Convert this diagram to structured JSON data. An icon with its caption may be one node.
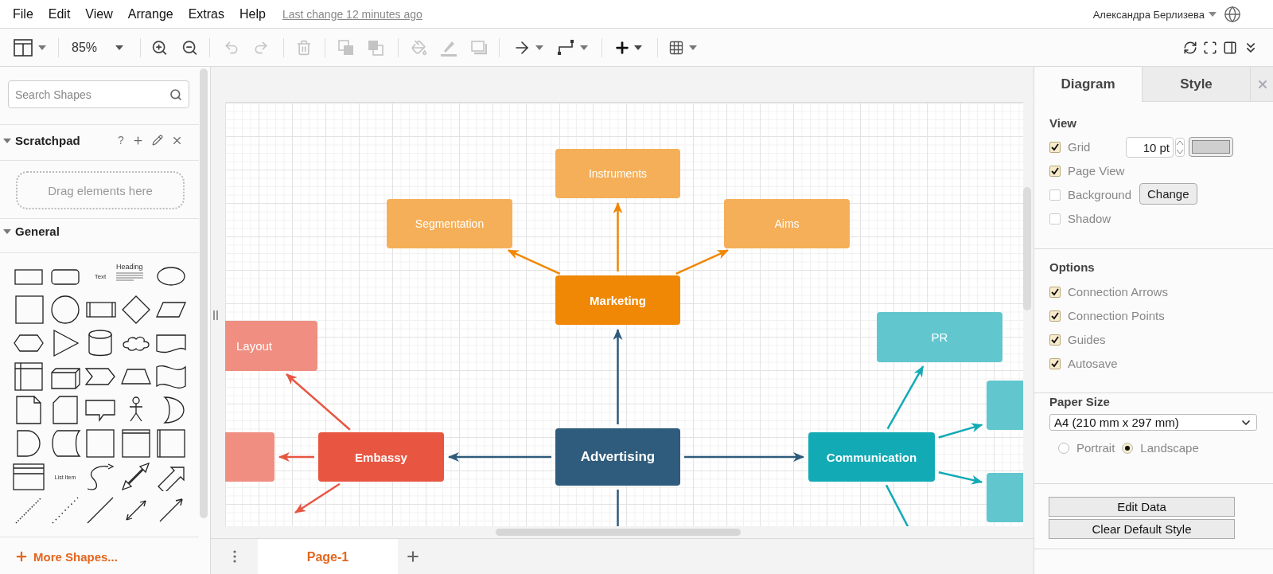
{
  "diagram": {
    "nodes": [
      {
        "text": [
          "Instruments"
        ]
      },
      {
        "text": [
          "Segmentation"
        ]
      },
      {
        "text": [
          "Aims"
        ]
      },
      {
        "text": [
          "Marketing"
        ]
      },
      {
        "text": [
          "Layout"
        ]
      },
      {
        "text": [
          "PR"
        ]
      },
      {
        "text": [],
        "shape": "box"
      },
      {
        "text": [
          "Embassy"
        ]
      },
      {
        "text": [
          "Advertising"
        ]
      },
      {
        "text": [
          "Communication"
        ]
      },
      {
        "text": [],
        "shape": "box"
      },
      {
        "text": [],
        "shape": "box"
      }
    ],
    "edges": [
      {
        "from": 3,
        "to": 0,
        "arrow": "to",
        "color": "#f08705"
      },
      {
        "from": 3,
        "to": 1,
        "arrow": "to",
        "color": "#f08705"
      },
      {
        "from": 3,
        "to": 2,
        "arrow": "to",
        "color": "#f08705"
      },
      {
        "from": 8,
        "to": 3,
        "arrow": "to",
        "color": "#2f5b7c"
      },
      {
        "from": 8,
        "to": 7,
        "arrow": "to",
        "color": "#2f5b7c"
      },
      {
        "from": 8,
        "to": 9,
        "arrow": "to",
        "color": "#2f5b7c"
      },
      {
        "from": 7,
        "to": 4,
        "arrow": "to",
        "color": "#e85642"
      },
      {
        "from": 7,
        "to": 6,
        "arrow": "to",
        "color": "#e85642"
      },
      {
        "from": 7,
        "to": null,
        "arrow": "to",
        "color": "#e85642"
      },
      {
        "from": 9,
        "to": 5,
        "arrow": "to",
        "color": "#12aab5"
      },
      {
        "from": 9,
        "to": 10,
        "arrow": "to",
        "color": "#12aab5"
      },
      {
        "from": 9,
        "to": 11,
        "arrow": "to",
        "color": "#12aab5"
      },
      {
        "from": 8,
        "to": null,
        "arrow": "none",
        "color": "#2f5b7c"
      },
      {
        "from": 9,
        "to": null,
        "arrow": "none",
        "color": "#12aab5"
      }
    ],
    "labels": [
      "File",
      "Edit",
      "View",
      "Arrange",
      "Extras",
      "Help",
      "Last change 12 minutes ago",
      "Александра Берлизева",
      "85%",
      "Search Shapes",
      "Scratchpad",
      "?",
      "Drag elements here",
      "General",
      "Text",
      "Heading",
      "List Item",
      "More Shapes...",
      "Page-1",
      "Diagram",
      "Style",
      "View",
      "Grid",
      "10 pt",
      "Page View",
      "Background",
      "Change",
      "Shadow",
      "Options",
      "Connection Arrows",
      "Connection Points",
      "Guides",
      "Autosave",
      "Paper Size",
      "A4 (210 mm x 297 mm)",
      "Portrait",
      "Landscape",
      "Edit Data",
      "Clear Default Style"
    ]
  }
}
